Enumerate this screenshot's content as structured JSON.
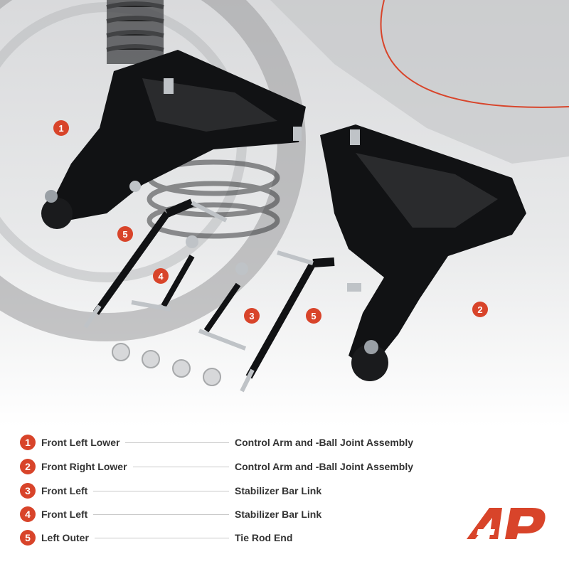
{
  "colors": {
    "accent": "#d8442a",
    "text": "#333333",
    "leader": "#c9c9c9"
  },
  "callouts": [
    {
      "num": "1"
    },
    {
      "num": "2"
    },
    {
      "num": "3"
    },
    {
      "num": "4"
    },
    {
      "num": "5"
    },
    {
      "num": "5"
    }
  ],
  "legend": [
    {
      "num": "1",
      "left": "Front Left Lower",
      "right": "Control Arm and -Ball Joint Assembly"
    },
    {
      "num": "2",
      "left": "Front Right Lower",
      "right": "Control Arm and -Ball Joint Assembly"
    },
    {
      "num": "3",
      "left": "Front Left",
      "right": "Stabilizer Bar Link"
    },
    {
      "num": "4",
      "left": "Front Left",
      "right": "Stabilizer Bar Link"
    },
    {
      "num": "5",
      "left": "Left Outer",
      "right": "Tie Rod End"
    }
  ],
  "logo": {
    "icon": "a-premium-logo-icon"
  }
}
